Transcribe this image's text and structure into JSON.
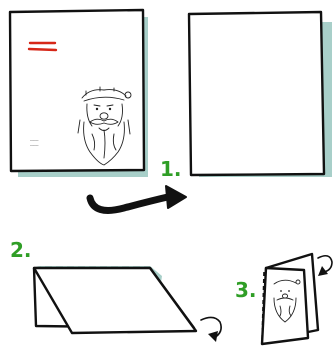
{
  "diagram": {
    "steps": [
      {
        "number": "1."
      },
      {
        "number": "2."
      },
      {
        "number": "3."
      }
    ],
    "sheet_small_print": [
      "_____",
      "_____"
    ],
    "colors": {
      "sheet_shadow": "#a8cfc9",
      "step_number": "#2f9e26",
      "red_marks": "#d62718",
      "outline": "#111111"
    },
    "icons": [
      "curved-arrow-right",
      "curl-arrow",
      "curl-arrow",
      "santa-face-drawing"
    ]
  }
}
